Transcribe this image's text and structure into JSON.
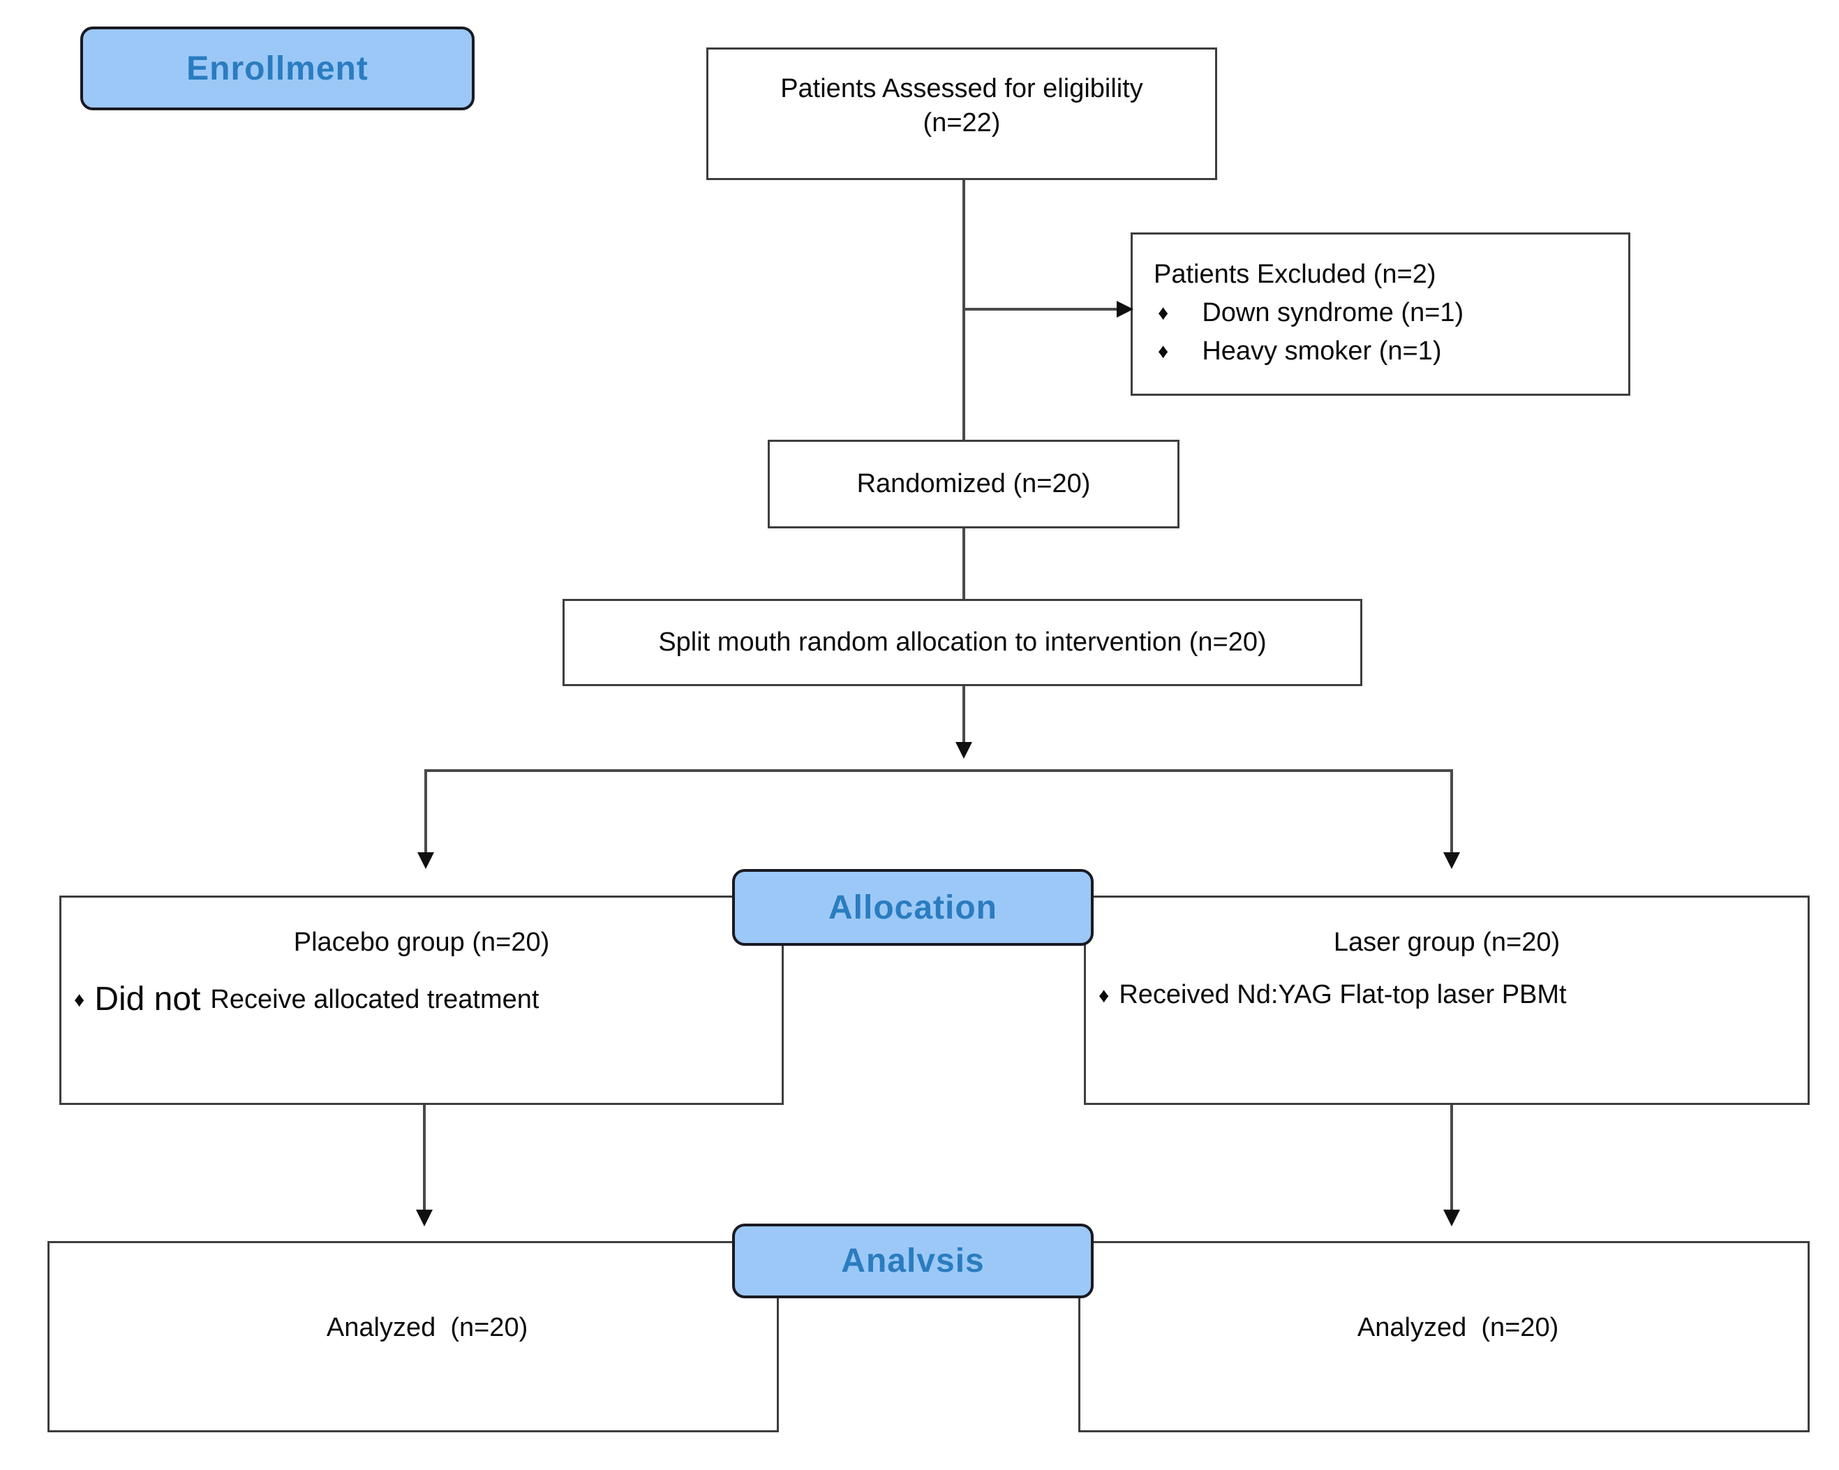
{
  "diagram": {
    "stages": {
      "enrollment": "Enrollment",
      "allocation": "Allocation",
      "analysis": "Analvsis"
    },
    "boxes": {
      "assessed": {
        "line1": "Patients Assessed for eligibility",
        "line2": "(n=22)"
      },
      "excluded": {
        "title": "Patients Excluded (n=2)",
        "bullets": [
          "Down syndrome (n=1)",
          "Heavy smoker (n=1)"
        ]
      },
      "randomized": {
        "text": "Randomized (n=20)"
      },
      "split": {
        "text": "Split mouth random allocation to intervention (n=20)"
      },
      "placebo": {
        "title": "Placebo group (n=20)",
        "bullet_emphasis": "Did not",
        "bullet_rest": "Receive allocated treatment"
      },
      "laser": {
        "title": "Laser group (n=20)",
        "bullet": "Received Nd:YAG Flat-top laser PBMt"
      },
      "analyzed_left": {
        "text": "Analyzed  (n=20)"
      },
      "analyzed_right": {
        "text": "Analyzed  (n=20)"
      }
    },
    "bullet_glyph": "♦",
    "colors": {
      "stage_fill": "#9CC8F7",
      "stage_text": "#2A7CC0",
      "stage_border": "#1a1a22",
      "box_border": "#3e3e3e",
      "line": "#4a4a4a"
    }
  }
}
